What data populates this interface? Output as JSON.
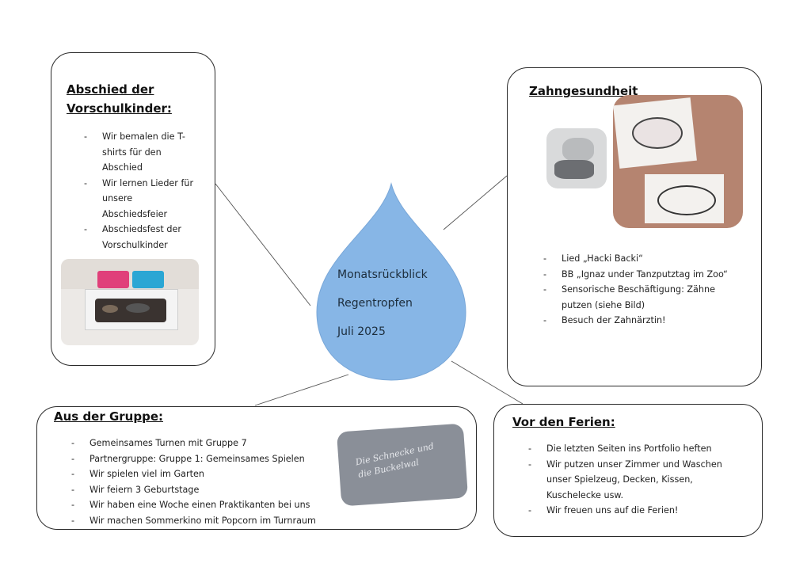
{
  "center": {
    "line1": "Monatsrückblick",
    "line2": "Regentropfen",
    "line3": "Juli 2025",
    "drop_color": "#87b6e6"
  },
  "abschied": {
    "title_line1": "Abschied der",
    "title_line2": "Vorschulkinder:",
    "items": [
      "Wir bemalen die T-shirts für den Abschied",
      "Wir lernen Lieder für unsere Abschiedsfeier",
      "Abschiedsfest der Vorschulkinder"
    ]
  },
  "zahn": {
    "title": "Zahngesundheit",
    "items": [
      "Lied „Hacki Backi“",
      "BB „Ignaz under Tanzputztag im Zoo“",
      "Sensorische Beschäftigung: Zähne putzen (siehe Bild)",
      "Besuch der Zahnärztin!"
    ]
  },
  "gruppe": {
    "title": "Aus der Gruppe:",
    "items": [
      "Gemeinsames Turnen mit Gruppe 7",
      "Partnergruppe: Gruppe 1: Gemeinsames Spielen",
      "Wir spielen viel im Garten",
      "Wir feiern 3 Geburtstage",
      "Wir haben eine Woche einen Praktikanten bei uns",
      "Wir machen Sommerkino mit Popcorn im Turnraum"
    ],
    "photo_text": "Die Schnecke und die Buckelwal"
  },
  "ferien": {
    "title": "Vor den Ferien:",
    "items": [
      "Die letzten Seiten ins Portfolio heften",
      "Wir putzen unser Zimmer und Waschen unser Spielzeug, Decken, Kissen, Kuschelecke usw.",
      "Wir freuen uns auf die Ferien!"
    ]
  }
}
